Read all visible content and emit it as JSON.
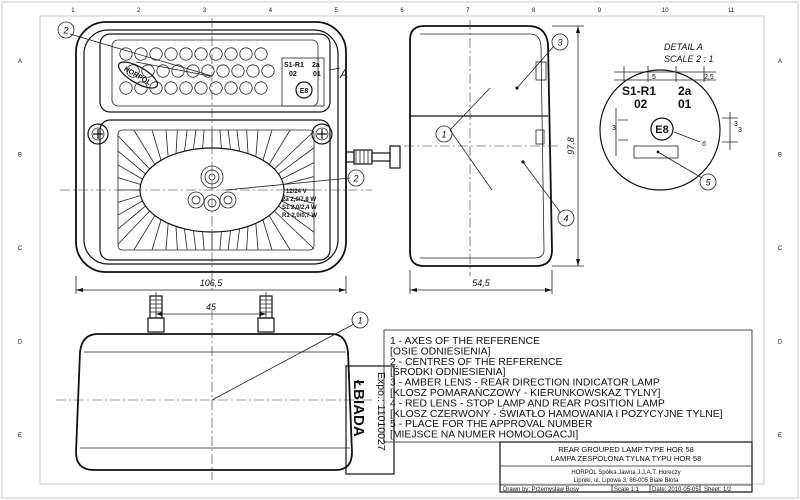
{
  "frame": {
    "top_ticks": [
      "1",
      "2",
      "3",
      "4",
      "5",
      "6",
      "7",
      "8",
      "9",
      "10",
      "11"
    ],
    "side_letters": [
      "A",
      "B",
      "C",
      "D",
      "E"
    ]
  },
  "front_view": {
    "brand": "HORPOL",
    "marking_top": "S1-R1",
    "marking_top_right": "2a",
    "marking_bottom": "02",
    "marking_bottom_right": "01",
    "approval_mark": "E8",
    "detail_ref": "A",
    "ratings": [
      "12/24 V",
      "2a 2,0/7,8 W",
      "S1 2,0/2,4 W",
      "R1 2,0/0,7 W"
    ],
    "callouts": [
      "2",
      "2"
    ],
    "dim_width": "106,5"
  },
  "side_view": {
    "callouts": [
      "1",
      "3",
      "4"
    ],
    "dim_height": "97,8",
    "dim_depth": "54,5"
  },
  "detail": {
    "title": "DETAIL A",
    "scale": "SCALE 2 : 1",
    "marking_top": "S1-R1",
    "marking_top_right": "2a",
    "marking_bottom": "02",
    "marking_bottom_right": "01",
    "approval_mark": "E8",
    "dims": [
      "5",
      "2,5",
      "3",
      "3",
      "3",
      "6"
    ],
    "callouts": [
      "5"
    ]
  },
  "bottom_view": {
    "dim_spacing": "45",
    "callouts": [
      "1"
    ]
  },
  "stamp": {
    "line1": "Expo.: 11010027",
    "line2": "ŁBIADA"
  },
  "legend": [
    "1 - AXES OF THE REFERENCE",
    "[OSIE ODNIESIENIA]",
    "2 - CENTRES OF THE REFERENCE",
    "[ŚRODKI ODNIESIENIA]",
    "3 - AMBER LENS - REAR DIRECTION INDICATOR LAMP",
    "[KLOSZ POMARAŃCZOWY - KIERUNKOWSKAZ TYLNY]",
    "4 - RED LENS - STOP LAMP AND REAR POSITION LAMP",
    "[KLOSZ CZERWONY - ŚWIATŁO HAMOWANIA I POZYCYJNE TYLNE]",
    "5 - PLACE FOR THE APPROVAL NUMBER",
    "[MIEJSCE NA NUMER HOMOLOGACJI]"
  ],
  "title_block": {
    "title_en": "REAR GROUPED LAMP TYPE HOR 58",
    "title_pl": "LAMPA ZESPOLONA TYLNA TYPU HOR 58",
    "company_line1": "HORPOL Spółka Jawna   J.J.A.T. Horeczy",
    "company_line2": "Lipniki, ul. Lipowa 3, 86-005 Białe Błota",
    "drawn_by": "Drawn by: Przemysław Bosy",
    "scale": "Scale 1:1",
    "date": "Date: 2010-05-05",
    "sheet": "Sheet: 1/2"
  }
}
